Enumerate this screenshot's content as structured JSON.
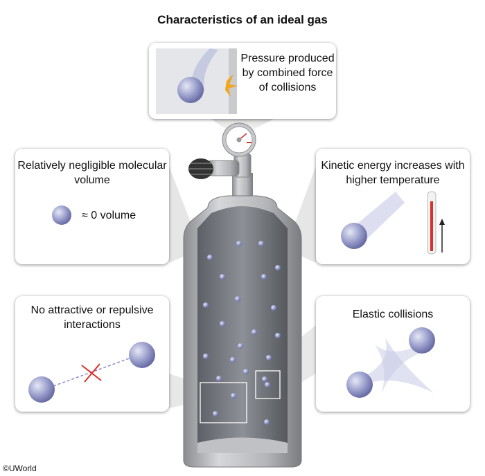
{
  "title": "Characteristics of an ideal gas",
  "panels": {
    "pressure": "Pressure produced by combined force of collisions",
    "volume": "Relatively negligible molecular volume",
    "volume_label": "≈ 0 volume",
    "kinetic": "Kinetic energy increases with higher temperature",
    "interactions": "No attractive or repulsive interactions",
    "elastic": "Elastic collisions"
  },
  "copyright": "©UWorld",
  "colors": {
    "molecule": "#8f93c4",
    "tank": "#9a9ca0",
    "accent_red": "#d9302a"
  }
}
